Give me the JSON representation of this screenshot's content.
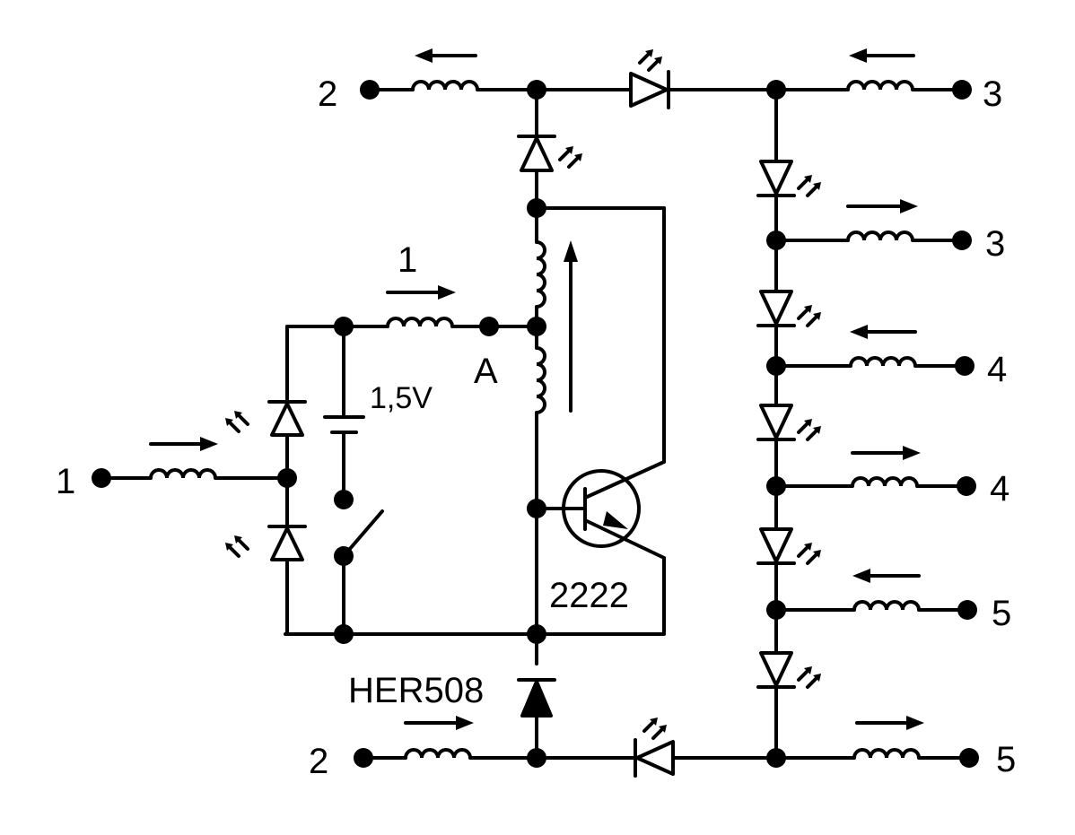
{
  "labels": {
    "terminal_left_1": "1",
    "terminal_top_2": "2",
    "terminal_bottom_2": "2",
    "terminal_right_3a": "3",
    "terminal_right_3b": "3",
    "terminal_right_4a": "4",
    "terminal_right_4b": "4",
    "terminal_right_5a": "5",
    "terminal_right_5b": "5",
    "winding_label_1": "1",
    "node_a": "A",
    "battery_voltage": "1,5V",
    "transistor_type": "2222",
    "rectifier_diode": "HER508"
  },
  "colors": {
    "ink": "#000000",
    "paper": "#ffffff"
  }
}
